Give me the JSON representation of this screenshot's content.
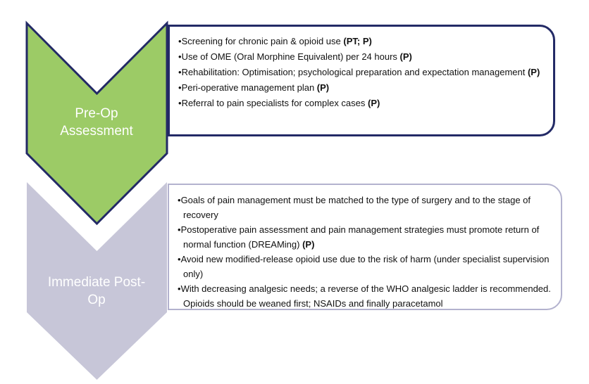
{
  "diagram": {
    "title_hint": "Perioperative pain management pathway",
    "background_color": "#ffffff",
    "stages": [
      {
        "label": "Pre-Op Assessment",
        "shape_color": "#9ccb66",
        "outline_color": "#232a66",
        "label_color": "#ffffff",
        "items": [
          {
            "text": "Screening for chronic pain & opioid use ",
            "bold": "(PT; P)"
          },
          {
            "text": "Use of OME (Oral Morphine Equivalent) per 24 hours ",
            "bold": "(P)"
          },
          {
            "text": "Rehabilitation: Optimisation; psychological preparation and expectation management ",
            "bold": "(P)"
          },
          {
            "text": "Peri-operative management plan ",
            "bold": "(P)"
          },
          {
            "text": "Referral to pain specialists for complex cases ",
            "bold": "(P)"
          }
        ]
      },
      {
        "label": "Immediate Post-Op",
        "shape_color": "#c7c6d8",
        "outline_color": "#b3b2ce",
        "label_color": "#ffffff",
        "items": [
          {
            "text": "Goals of pain management must be matched to the type of surgery and to the stage of recovery",
            "bold": ""
          },
          {
            "text": "Postoperative pain assessment and pain management strategies must promote return of normal function (DREAMing)  ",
            "bold": "(P)"
          },
          {
            "text": "Avoid new modified-release opioid use due to the risk of harm (under specialist supervision only)",
            "bold": ""
          },
          {
            "text": "With decreasing analgesic needs; a reverse of the WHO analgesic ladder is recommended. Opioids should be weaned first; NSAIDs and finally paracetamol",
            "bold": ""
          }
        ]
      }
    ]
  }
}
